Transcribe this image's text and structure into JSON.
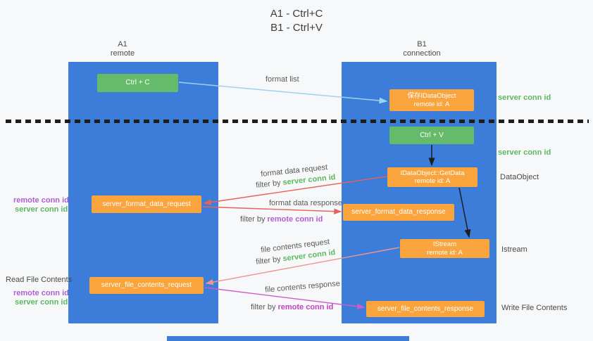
{
  "title": {
    "line1": "A1 - Ctrl+C",
    "line2": "B1 - Ctrl+V"
  },
  "lanes": {
    "left": {
      "name": "A1",
      "subtitle": "remote"
    },
    "right": {
      "name": "B1",
      "subtitle": "connection"
    }
  },
  "nodes": {
    "ctrl_c": {
      "label": "Ctrl + C"
    },
    "ctrl_v": {
      "label": "Ctrl + V"
    },
    "save_dataobject": {
      "line1": "保存IDataObject",
      "line2": "remote id: A"
    },
    "getdata": {
      "line1": "IDataObject::GetData",
      "line2": "remote id: A"
    },
    "istream": {
      "line1": "IStream",
      "line2": "remote id: A"
    },
    "format_request": {
      "label": "server_format_data_request"
    },
    "format_response": {
      "label": "server_format_data_response"
    },
    "file_request": {
      "label": "server_file_contents_request"
    },
    "file_response": {
      "label": "server_file_contents_response"
    }
  },
  "edge_labels": {
    "format_list": "format list",
    "format_data_request": "format data request",
    "format_data_response": "format data response",
    "file_contents_request": "file contents request",
    "file_contents_response": "file contents response",
    "filter_by": "filter by",
    "server_conn_id": "server conn id",
    "remote_conn_id": "remote conn id"
  },
  "side_labels": {
    "server_conn_id_top": "server conn id",
    "server_conn_id_mid": "server conn id",
    "dataobject": "DataObject",
    "istream": "Istream",
    "read_file_contents": "Read File Contents",
    "write_file_contents": "Write File Contents",
    "remote_conn_id_left1": "remote conn id",
    "server_conn_id_left1": "server conn id",
    "remote_conn_id_left2": "remote conn id",
    "server_conn_id_left2": "server conn id"
  },
  "colors": {
    "lane_blue": "#3b7dd8",
    "box_green": "#66bb6a",
    "box_orange": "#f9a43d",
    "arrow_blue": "#9ed2ee",
    "arrow_red": "#e4635a",
    "arrow_pink": "#ef958f",
    "arrow_magenta": "#c95fc9",
    "text_green": "#5cb860",
    "text_purple": "#b05fd0"
  }
}
